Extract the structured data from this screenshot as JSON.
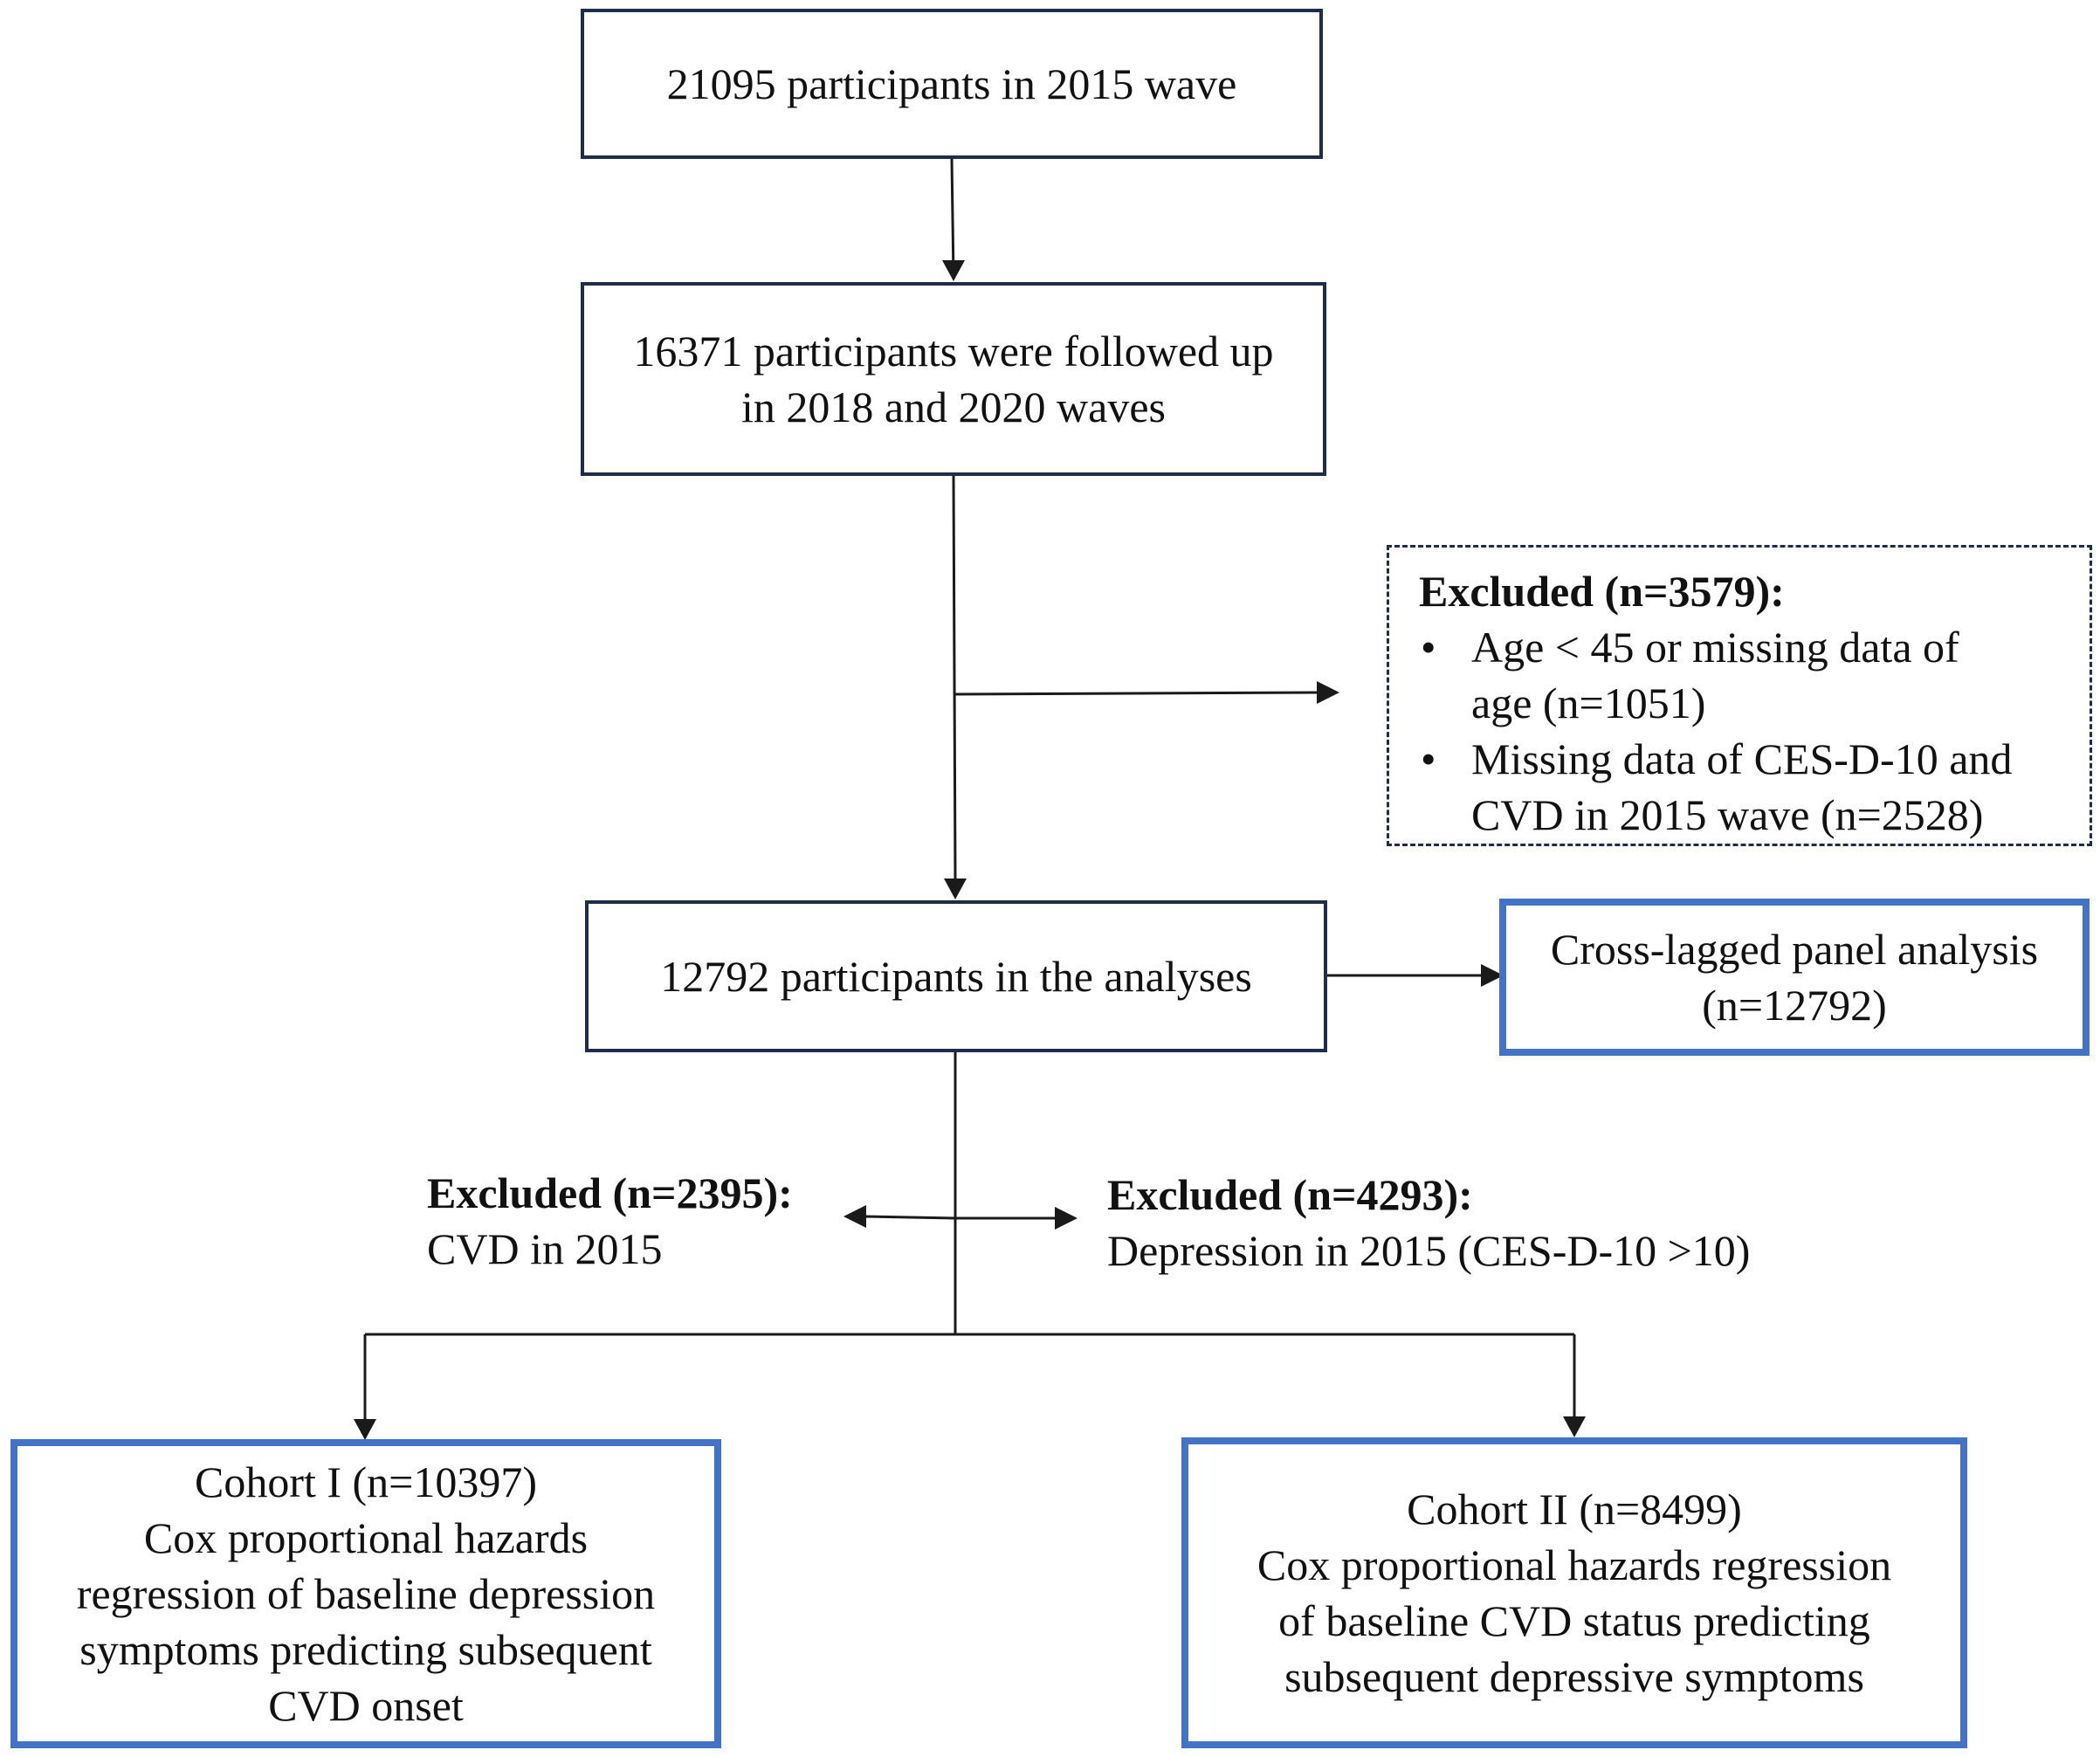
{
  "nodes": {
    "initial": {
      "text": "21095 participants in 2015 wave"
    },
    "followed_up": {
      "line1": "16371 participants were followed up",
      "line2": "in 2018 and 2020 waves"
    },
    "excluded_first": {
      "heading": "Excluded (n=3579):",
      "bullets": [
        {
          "line1": "Age < 45 or missing data of",
          "line2": "age (n=1051)"
        },
        {
          "line1": "Missing data of CES-D-10 and",
          "line2": "CVD in 2015 wave (n=2528)"
        }
      ]
    },
    "analyses": {
      "text": "12792 participants in the analyses"
    },
    "cross_lagged": {
      "line1": "Cross-lagged panel analysis",
      "line2": "(n=12792)"
    },
    "excluded_cvd": {
      "heading": "Excluded (n=2395):",
      "text": "CVD in 2015"
    },
    "excluded_depression": {
      "heading": "Excluded (n=4293):",
      "text": "Depression in 2015 (CES-D-10 >10)"
    },
    "cohort1": {
      "lines": [
        "Cohort I (n=10397)",
        "Cox proportional hazards",
        "regression of baseline depression",
        "symptoms predicting subsequent",
        "CVD onset"
      ]
    },
    "cohort2": {
      "lines": [
        "Cohort II (n=8499)",
        "Cox proportional hazards regression",
        "of baseline CVD status predicting",
        "subsequent depressive symptoms"
      ]
    }
  },
  "colors": {
    "outline": "#1f2d4a",
    "highlight": "#4472c4",
    "line": "#1a1a1a"
  }
}
